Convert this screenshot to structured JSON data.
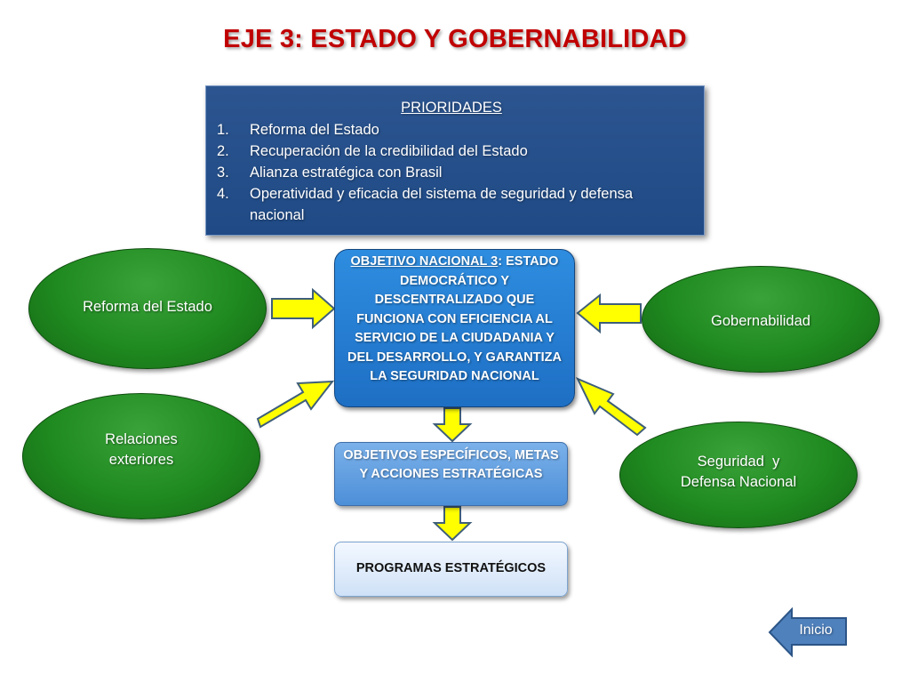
{
  "title": "EJE 3: ESTADO Y GOBERNABILIDAD",
  "priorities": {
    "heading": "PRIORIDADES",
    "items": [
      {
        "num": "1.",
        "text": "Reforma del Estado"
      },
      {
        "num": "2.",
        "text": "Recuperación de la credibilidad del Estado"
      },
      {
        "num": "3.",
        "text": "Alianza estratégica con Brasil"
      },
      {
        "num": "4.",
        "text": "Operatividad y eficacia del sistema de seguridad y defensa nacional"
      }
    ]
  },
  "objetivo_nacional": {
    "label": "OBJETIVO NACIONAL 3",
    "colon": ":",
    "text": "ESTADO DEMOCRÁTICO Y DESCENTRALIZADO QUE FUNCIONA CON EFICIENCIA AL SERVICIO DE LA CIUDADANIA Y DEL DESARROLLO, Y GARANTIZA LA SEGURIDAD NACIONAL"
  },
  "objetivos_especificos": "OBJETIVOS ESPECÍFICOS, METAS Y ACCIONES ESTRATÉGICAS",
  "programas": "PROGRAMAS ESTRATÉGICOS",
  "ellipses": {
    "reforma": "Reforma del Estado",
    "gobernabilidad": "Gobernabilidad",
    "relaciones_line1": "Relaciones",
    "relaciones_line2": "exteriores",
    "seguridad_line1": "Seguridad  y",
    "seguridad_line2": "Defensa Nacional"
  },
  "nav": {
    "inicio": "Inicio"
  },
  "colors": {
    "title": "#c00000",
    "priorities_box": "#1f4a85",
    "ellipse_green": "#1f8a1f",
    "objetivo_blue": "#1e6fc4",
    "arrow_yellow": "#ffff00",
    "inicio_blue": "#4f81bd"
  }
}
